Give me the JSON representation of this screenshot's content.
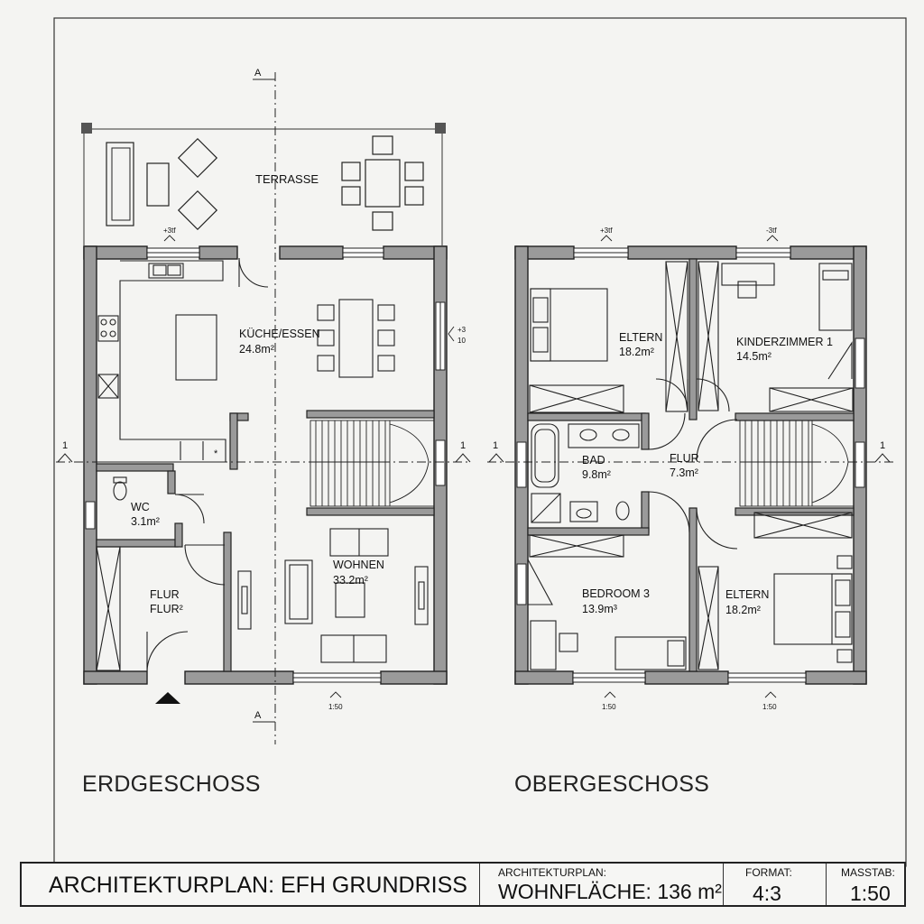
{
  "ground_floor": {
    "label": "ERDGESCHOSS",
    "terrace": "TERRASSE",
    "kitchen": {
      "name": "KÜCHE/ESSEN",
      "area": "24.8m²"
    },
    "wc": {
      "name": "WC",
      "area": "3.1m²"
    },
    "hall": {
      "name": "FLUR",
      "area": "FLUR²"
    },
    "living": {
      "name": "WOHNEN",
      "area": "33.2m²"
    },
    "dim_top": "+3tf",
    "dim_right_a": "+3",
    "dim_right_b": "10",
    "scale_mark": "1:50",
    "section_a_top": "A",
    "section_a_bottom": "A",
    "section_1_left": "1",
    "section_1_right": "1"
  },
  "upper_floor": {
    "label": "OBERGESCHOSS",
    "parents_1": {
      "name": "ELTERN",
      "area": "18.2m²"
    },
    "kids": {
      "name": "KINDERZIMMER 1",
      "area": "14.5m²"
    },
    "bath": {
      "name": "BAD",
      "area": "9.8m²"
    },
    "hall": {
      "name": "FLUR",
      "area": "7.3m²"
    },
    "bedroom3": {
      "name": "BEDROOM 3",
      "area": "13.9m³"
    },
    "parents_2": {
      "name": "ELTERN",
      "area": "18.2m²"
    },
    "dim_top_left": "+3tf",
    "dim_top_right": "-3tf",
    "scale_mark_left": "1:50",
    "scale_mark_right": "1:50",
    "section_1_left": "1",
    "section_1_right": "1"
  },
  "title_block": {
    "title": "ARCHITEKTURPLAN: EFH GRUNDRISS",
    "subtitle": "ARCHITEKTURPLAN:",
    "area_text": "WOHNFLÄCHE: 136 m²",
    "format_label": "FORMAT:",
    "format_value": "4:3",
    "scale_label": "MASSTAB:",
    "scale_value": "1:50"
  }
}
